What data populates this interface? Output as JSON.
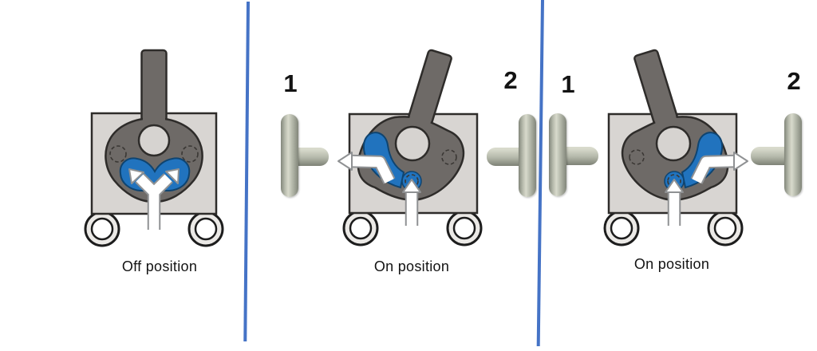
{
  "diagram": {
    "panels": [
      {
        "caption": "Off position"
      },
      {
        "caption": "On position",
        "port1_label": "1",
        "port2_label": "2"
      },
      {
        "caption": "On position",
        "port1_label": "1",
        "port2_label": "2"
      }
    ]
  },
  "colors": {
    "background": "#ffffff",
    "divider": "#4573c6",
    "valve_dark": "#6e6a67",
    "valve_light": "#d8d5d2",
    "hole_fill": "#d6d3d0",
    "ring_fill": "#ebe9e6",
    "outline": "#2e2c2a",
    "flow_blue": "#2173be",
    "flow_blue_dark": "#0f4470",
    "arrow_outline": "#8f9193",
    "arrow_fill": "#ffffff",
    "port_light": "#d8dacc",
    "port_mid": "#b4b8aa",
    "port_dark": "#82867a",
    "label_text": "#131313"
  }
}
